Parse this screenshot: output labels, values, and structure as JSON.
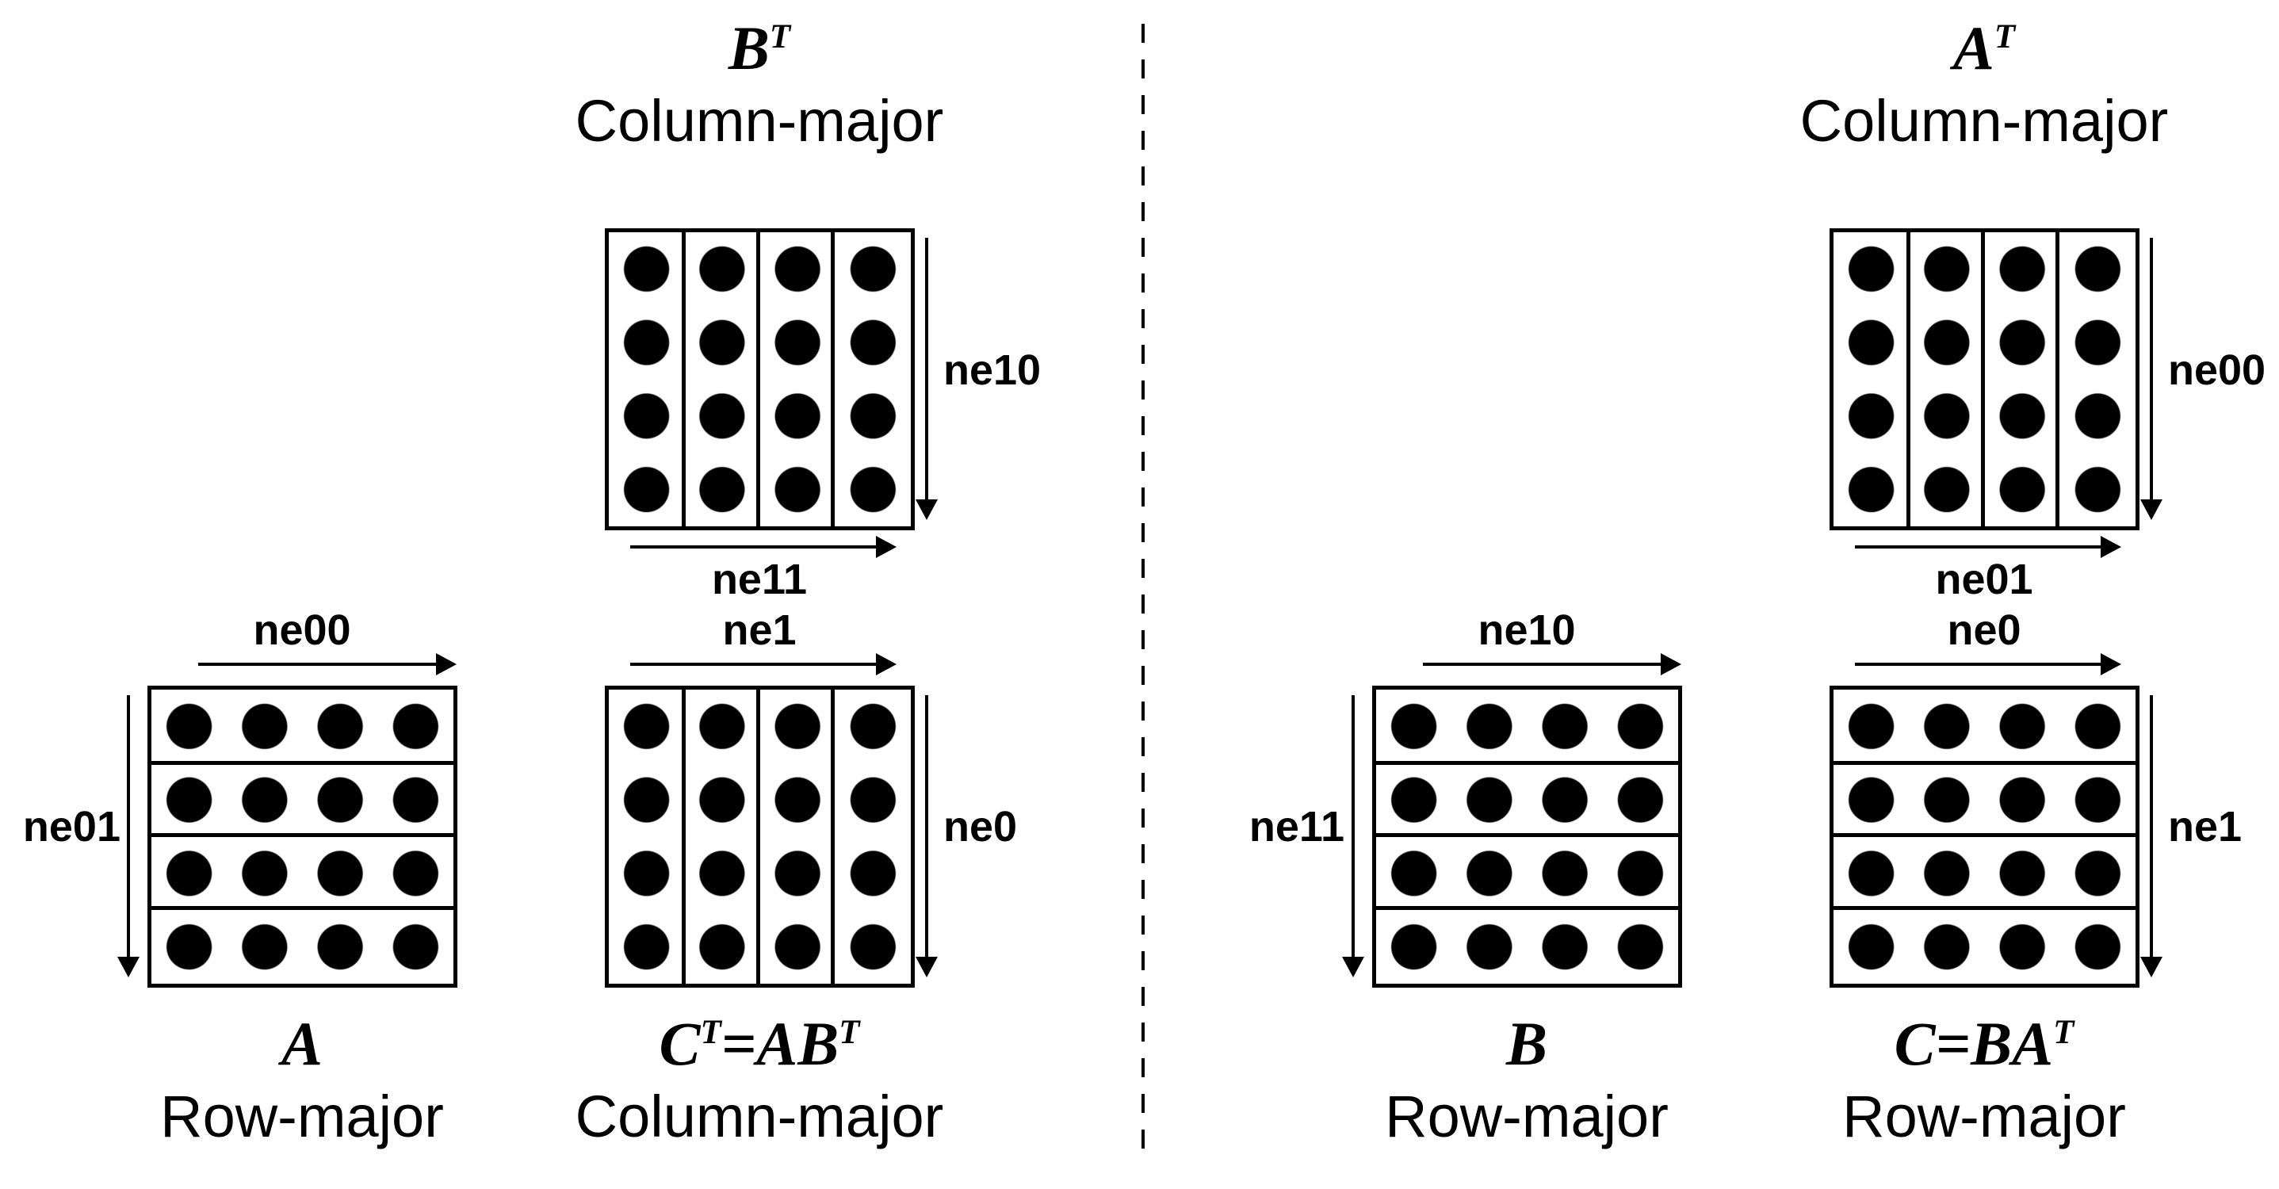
{
  "colors": {
    "ink": "#000000",
    "background": "#ffffff"
  },
  "grid": {
    "rows": 4,
    "cols": 4
  },
  "panels": {
    "bt": {
      "matrix_segments": [
        {
          "t": "B"
        },
        {
          "t": "T",
          "sup": true
        }
      ],
      "order_label": "Column-major",
      "vertical_axis_label": "ne10",
      "horizontal_axis_label": "ne11"
    },
    "a": {
      "matrix_segments": [
        {
          "t": "A"
        }
      ],
      "order_label": "Row-major",
      "horizontal_axis_label": "ne00",
      "vertical_axis_label": "ne01"
    },
    "ct": {
      "matrix_segments": [
        {
          "t": "C"
        },
        {
          "t": "T",
          "sup": true
        },
        {
          "t": "=AB"
        },
        {
          "t": "T",
          "sup": true
        }
      ],
      "order_label": "Column-major",
      "horizontal_axis_label": "ne1",
      "vertical_axis_label": "ne0"
    },
    "at": {
      "matrix_segments": [
        {
          "t": "A"
        },
        {
          "t": "T",
          "sup": true
        }
      ],
      "order_label": "Column-major",
      "vertical_axis_label": "ne00",
      "horizontal_axis_label": "ne01"
    },
    "b": {
      "matrix_segments": [
        {
          "t": "B"
        }
      ],
      "order_label": "Row-major",
      "horizontal_axis_label": "ne10",
      "vertical_axis_label": "ne11"
    },
    "c": {
      "matrix_segments": [
        {
          "t": "C"
        },
        {
          "t": "=BA"
        },
        {
          "t": "T",
          "sup": true
        }
      ],
      "order_label": "Row-major",
      "horizontal_axis_label": "ne0",
      "vertical_axis_label": "ne1"
    }
  }
}
